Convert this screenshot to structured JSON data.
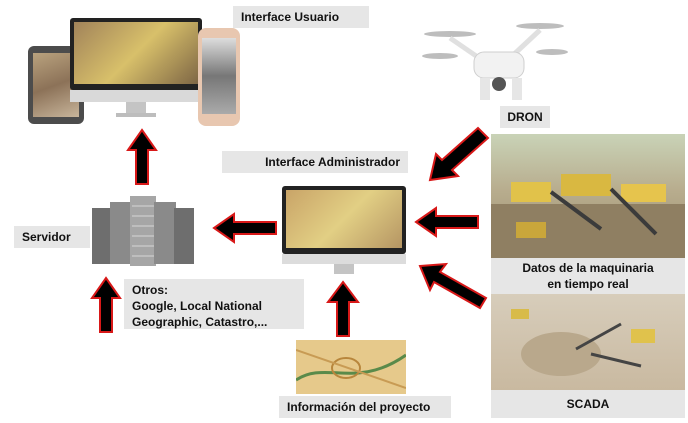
{
  "labels": {
    "interface_usuario": "Interface Usuario",
    "dron": "DRON",
    "interface_administrador": "Interface Administrador",
    "servidor": "Servidor",
    "otros": "Otros:\nGoogle, Local National\nGeographic, Catastro,...",
    "datos_maquinaria": "Datos de la maquinaria\nen tiempo real",
    "informacion_proyecto": "Información del proyecto",
    "scada": "SCADA"
  },
  "colors": {
    "arrow_fill": "#000000",
    "arrow_outline": "#d81818",
    "label_bg": "#e6e6e6"
  },
  "icons": [
    "tablet-icon",
    "desktop-monitor-icon",
    "smartphone-icon",
    "drone-icon",
    "server-rack-icon",
    "admin-monitor-icon"
  ],
  "photos": [
    "machinery-photo",
    "project-map-photo",
    "scada-site-photo"
  ]
}
